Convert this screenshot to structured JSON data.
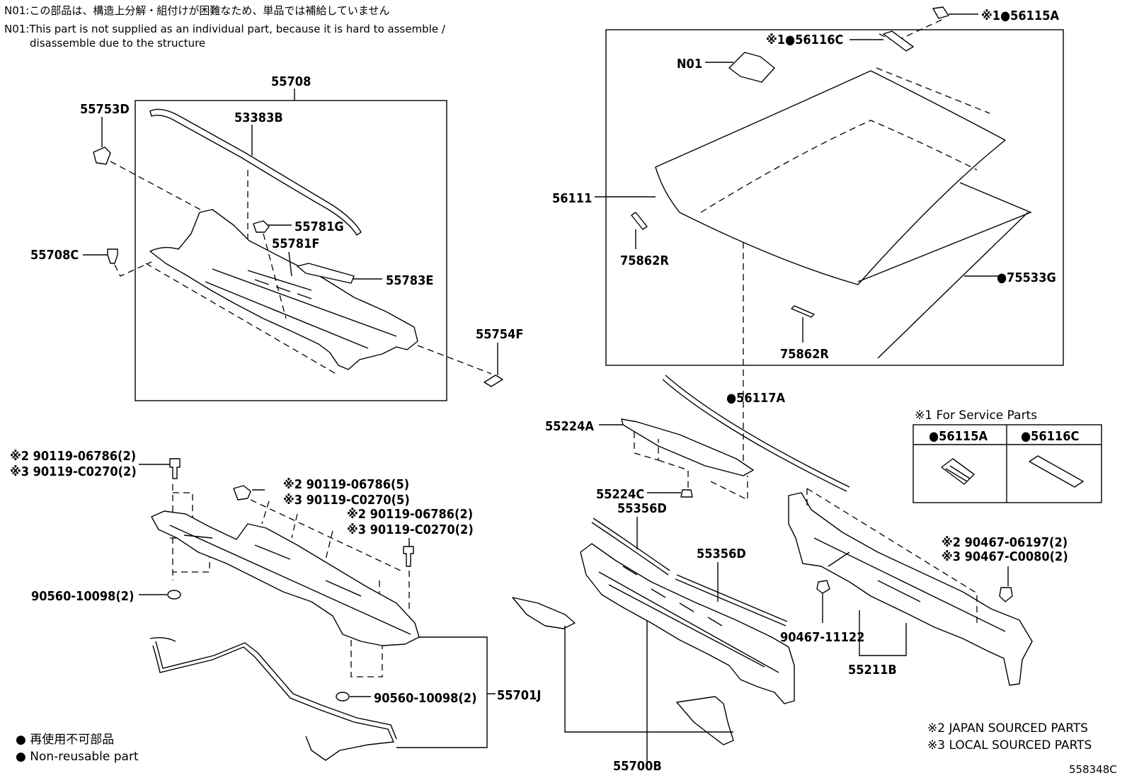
{
  "notes": {
    "n01_jp": "N01:この部品は、構造上分解・組付けが困難なため、単品では補給していません",
    "n01_en_1": "N01:This part is not supplied as an individual part, because it is hard to assemble /",
    "n01_en_2": "disassemble due to the structure"
  },
  "parts": {
    "p55708": "55708",
    "p55753D": "55753D",
    "p53383B": "53383B",
    "p55781G": "55781G",
    "p55781F": "55781F",
    "p55708C": "55708C",
    "p55783E": "55783E",
    "p55754F": "55754F",
    "p56115A_top": "※1●56115A",
    "p56116C_top": "※1●56116C",
    "pN01": "N01",
    "p56111": "56111",
    "p75862R_left": "75862R",
    "p75533G": "●75533G",
    "p75862R_bottom": "75862R",
    "p56117A": "●56117A",
    "p55224A": "55224A",
    "p55224C": "55224C",
    "p55356D_a": "55356D",
    "p55356D_b": "55356D",
    "p90467_11122": "90467-11122",
    "p55211B": "55211B",
    "p55700B": "55700B",
    "p55701J": "55701J",
    "bolt_a_1": "※2 90119-06786(2)",
    "bolt_a_2": "※3 90119-C0270(2)",
    "bolt_b_1": "※2 90119-06786(5)",
    "bolt_b_2": "※3 90119-C0270(5)",
    "bolt_c_1": "※2 90119-06786(2)",
    "bolt_c_2": "※3 90119-C0270(2)",
    "clip_1": "※2 90467-06197(2)",
    "clip_2": "※3 90467-C0080(2)",
    "grommet_a": "90560-10098(2)",
    "grommet_b": "90560-10098(2)"
  },
  "service_parts": {
    "title": "※1 For Service Parts",
    "col1": "●56115A",
    "col2": "●56116C"
  },
  "legend": {
    "non_reusable_jp": "● 再使用不可部品",
    "non_reusable_en": "● Non-reusable part",
    "japan_sourced": "※2 JAPAN SOURCED PARTS",
    "local_sourced": "※3 LOCAL SOURCED PARTS"
  },
  "diagram_id": "558348C"
}
